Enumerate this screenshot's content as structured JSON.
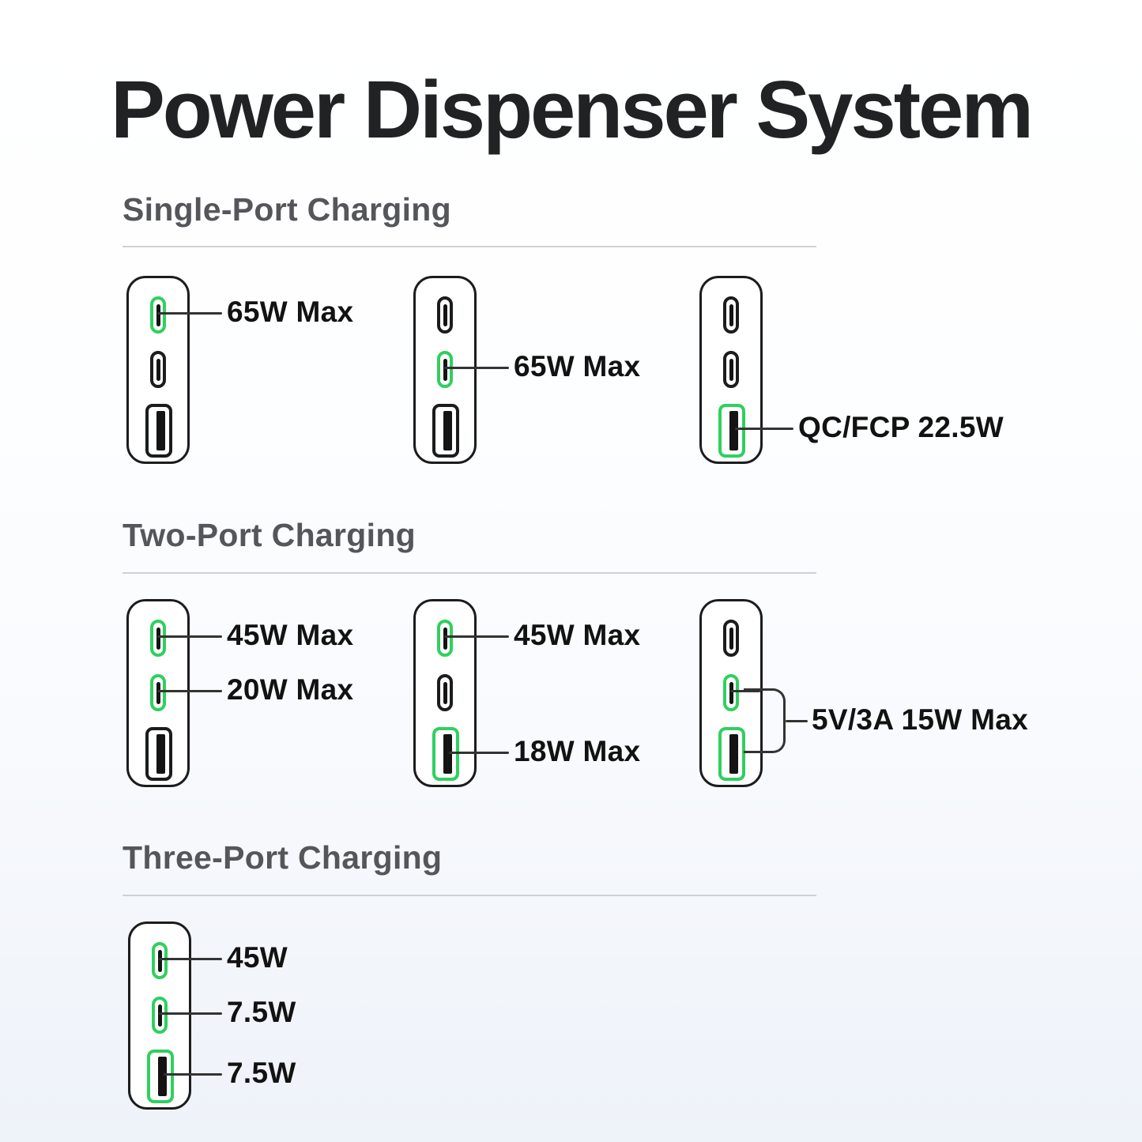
{
  "page": {
    "title": "Power Dispenser System"
  },
  "colors": {
    "highlight_green": "#2fd05f",
    "outline_black": "#1b1c1e",
    "heading_gray": "#55565a",
    "label_black": "#121212",
    "background_bottom": "#eef2f9"
  },
  "sections": [
    {
      "heading": "Single-Port Charging",
      "chargers": [
        {
          "ports": [
            {
              "type": "usb-c",
              "highlighted": true,
              "label": "65W Max"
            },
            {
              "type": "usb-c",
              "highlighted": false
            },
            {
              "type": "usb-a",
              "highlighted": false
            }
          ]
        },
        {
          "ports": [
            {
              "type": "usb-c",
              "highlighted": false
            },
            {
              "type": "usb-c",
              "highlighted": true,
              "label": "65W Max"
            },
            {
              "type": "usb-a",
              "highlighted": false
            }
          ]
        },
        {
          "ports": [
            {
              "type": "usb-c",
              "highlighted": false
            },
            {
              "type": "usb-c",
              "highlighted": false
            },
            {
              "type": "usb-a",
              "highlighted": true,
              "label": "QC/FCP 22.5W"
            }
          ]
        }
      ]
    },
    {
      "heading": "Two-Port Charging",
      "chargers": [
        {
          "ports": [
            {
              "type": "usb-c",
              "highlighted": true,
              "label": "45W Max"
            },
            {
              "type": "usb-c",
              "highlighted": true,
              "label": "20W Max"
            },
            {
              "type": "usb-a",
              "highlighted": false
            }
          ]
        },
        {
          "ports": [
            {
              "type": "usb-c",
              "highlighted": true,
              "label": "45W Max"
            },
            {
              "type": "usb-c",
              "highlighted": false
            },
            {
              "type": "usb-a",
              "highlighted": true,
              "label": "18W Max"
            }
          ]
        },
        {
          "ports": [
            {
              "type": "usb-c",
              "highlighted": false
            },
            {
              "type": "usb-c",
              "highlighted": true
            },
            {
              "type": "usb-a",
              "highlighted": true
            }
          ],
          "shared_label": "5V/3A 15W Max"
        }
      ]
    },
    {
      "heading": "Three-Port Charging",
      "chargers": [
        {
          "ports": [
            {
              "type": "usb-c",
              "highlighted": true,
              "label": "45W"
            },
            {
              "type": "usb-c",
              "highlighted": true,
              "label": "7.5W"
            },
            {
              "type": "usb-a",
              "highlighted": true,
              "label": "7.5W"
            }
          ]
        }
      ]
    }
  ]
}
